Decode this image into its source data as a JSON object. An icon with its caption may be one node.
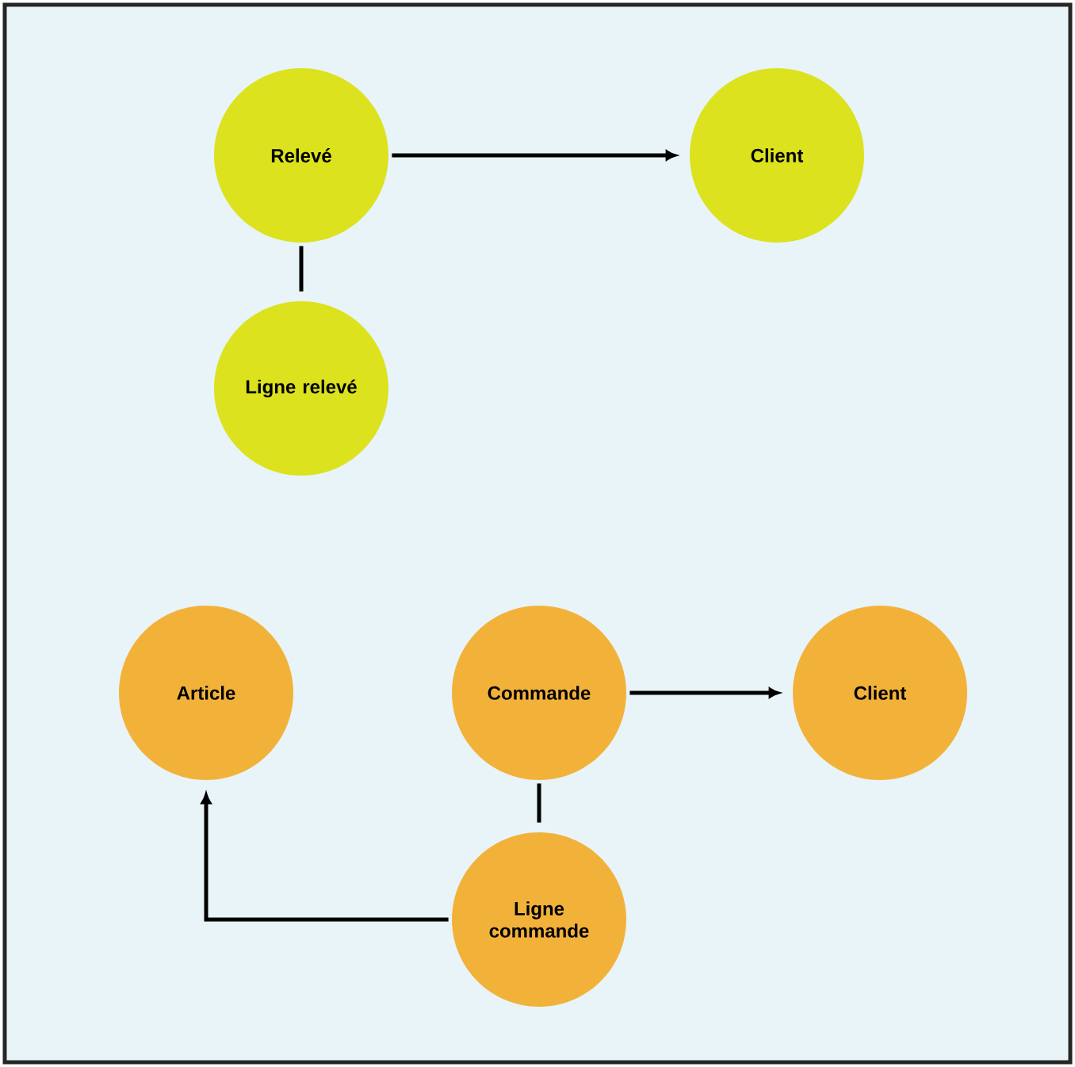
{
  "diagram": {
    "nodes": [
      {
        "text": [
          "Relevé"
        ]
      },
      {
        "text": [
          "Client"
        ]
      },
      {
        "text": [
          "Ligne relevé"
        ]
      },
      {
        "text": [
          "Article"
        ]
      },
      {
        "text": [
          "Commande"
        ]
      },
      {
        "text": [
          "Client"
        ]
      },
      {
        "text": [
          "Ligne commande"
        ]
      }
    ],
    "edges": [
      {
        "from": 0,
        "to": 1,
        "arrow": "to"
      },
      {
        "from": 0,
        "to": 2,
        "arrow": "none"
      },
      {
        "from": 4,
        "to": 5,
        "arrow": "to"
      },
      {
        "from": 4,
        "to": 6,
        "arrow": "none"
      },
      {
        "from": 6,
        "to": 3,
        "arrow": "to"
      }
    ]
  }
}
